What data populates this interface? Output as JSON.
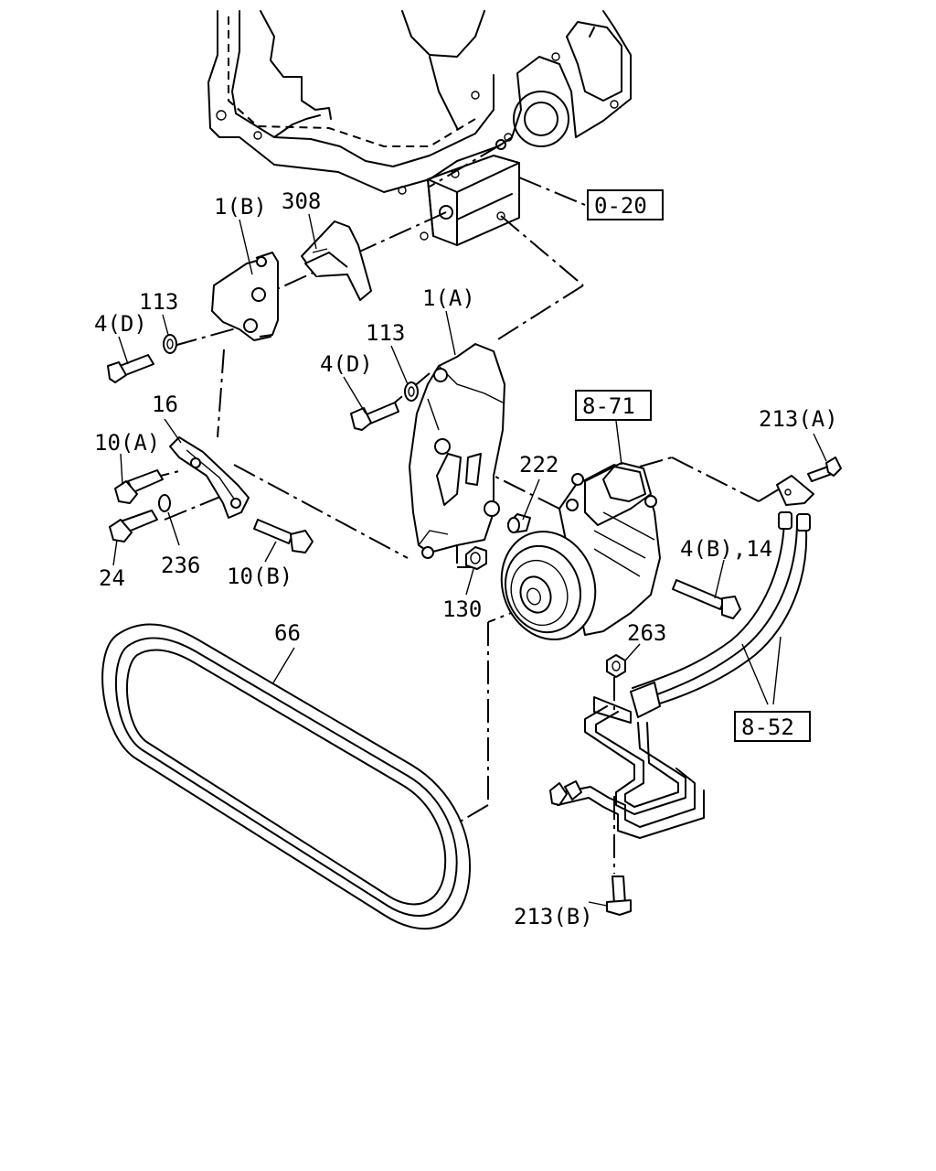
{
  "callouts": {
    "n1b": "1(B)",
    "n308": "308",
    "n113a": "113",
    "n4da": "4(D)",
    "n1a": "1(A)",
    "n113b": "113",
    "n4db": "4(D)",
    "n16": "16",
    "n10a": "10(A)",
    "n222": "222",
    "n24": "24",
    "n236": "236",
    "n10b": "10(B)",
    "n130": "130",
    "n4b14": "4(B),14",
    "n213a": "213(A)",
    "n66": "66",
    "n263": "263",
    "n213b": "213(B)"
  },
  "references": {
    "r020": "0-20",
    "r871": "8-71",
    "r852": "8-52"
  }
}
